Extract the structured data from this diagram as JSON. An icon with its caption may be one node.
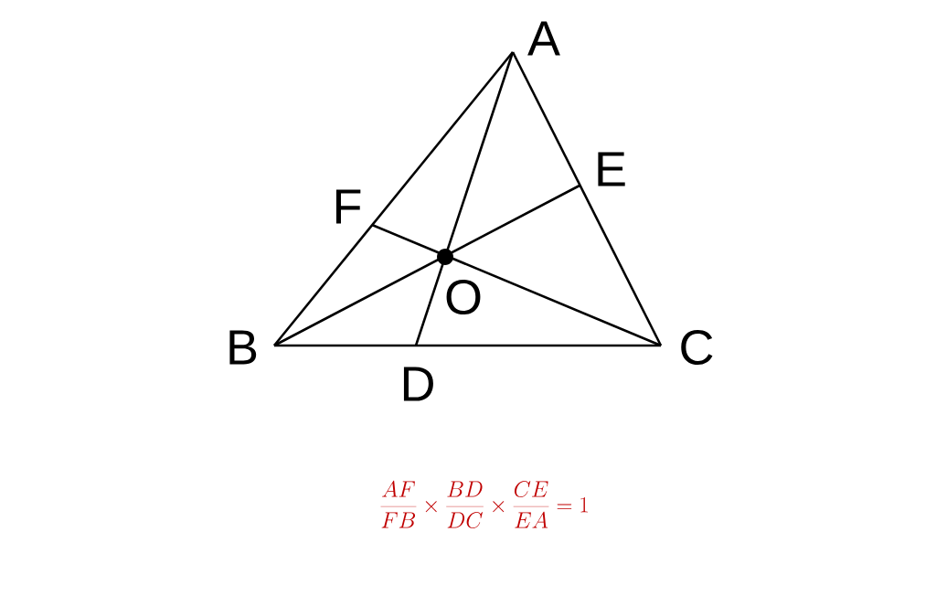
{
  "diagram": {
    "labels": [
      "A",
      "E",
      "F",
      "O",
      "B",
      "C",
      "D",
      "\\frac{AF}{FB}\\times\\frac{BD}{DC}\\times\\frac{CE}{EA}=1"
    ]
  }
}
